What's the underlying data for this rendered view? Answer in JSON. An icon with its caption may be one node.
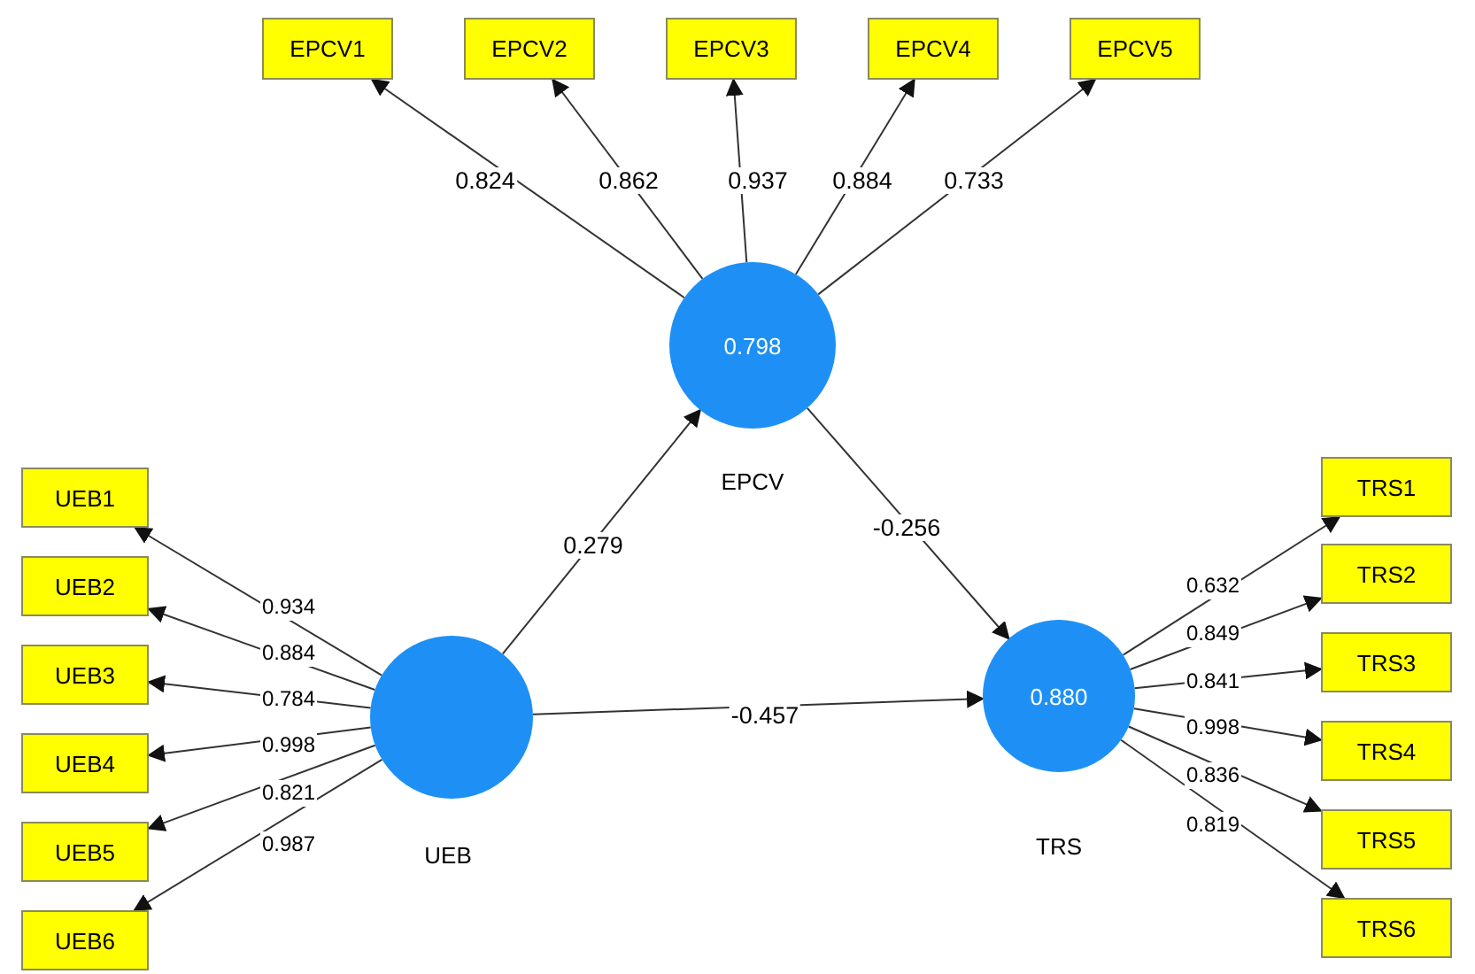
{
  "diagram": {
    "nodes": [
      {
        "text": [
          "EPCV1"
        ]
      },
      {
        "text": [
          "EPCV2"
        ]
      },
      {
        "text": [
          "EPCV3"
        ]
      },
      {
        "text": [
          "EPCV4"
        ]
      },
      {
        "text": [
          "EPCV5"
        ]
      },
      {
        "text": [
          "0.798"
        ],
        "beside": [
          "EPCV"
        ]
      },
      {
        "text": [],
        "shape": "circle",
        "beside": [
          "UEB"
        ]
      },
      {
        "text": [
          "0.880"
        ],
        "beside": [
          "TRS"
        ]
      },
      {
        "text": [
          "UEB1"
        ]
      },
      {
        "text": [
          "UEB2"
        ]
      },
      {
        "text": [
          "UEB3"
        ]
      },
      {
        "text": [
          "UEB4"
        ]
      },
      {
        "text": [
          "UEB5"
        ]
      },
      {
        "text": [
          "UEB6"
        ]
      },
      {
        "text": [
          "TRS1"
        ]
      },
      {
        "text": [
          "TRS2"
        ]
      },
      {
        "text": [
          "TRS3"
        ]
      },
      {
        "text": [
          "TRS4"
        ]
      },
      {
        "text": [
          "TRS5"
        ]
      },
      {
        "text": [
          "TRS6"
        ]
      }
    ],
    "edges": [
      {
        "from": 5,
        "to": 0,
        "arrow": "to",
        "label": "0.824"
      },
      {
        "from": 5,
        "to": 1,
        "arrow": "to",
        "label": "0.862"
      },
      {
        "from": 5,
        "to": 2,
        "arrow": "to",
        "label": "0.937"
      },
      {
        "from": 5,
        "to": 3,
        "arrow": "to",
        "label": "0.884"
      },
      {
        "from": 5,
        "to": 4,
        "arrow": "to",
        "label": "0.733"
      },
      {
        "from": 6,
        "to": 8,
        "arrow": "to",
        "label": "0.934"
      },
      {
        "from": 6,
        "to": 9,
        "arrow": "to",
        "label": "0.884"
      },
      {
        "from": 6,
        "to": 10,
        "arrow": "to",
        "label": "0.784"
      },
      {
        "from": 6,
        "to": 11,
        "arrow": "to",
        "label": "0.998"
      },
      {
        "from": 6,
        "to": 12,
        "arrow": "to",
        "label": "0.821"
      },
      {
        "from": 6,
        "to": 13,
        "arrow": "to",
        "label": "0.987"
      },
      {
        "from": 7,
        "to": 14,
        "arrow": "to",
        "label": "0.632"
      },
      {
        "from": 7,
        "to": 15,
        "arrow": "to",
        "label": "0.849"
      },
      {
        "from": 7,
        "to": 16,
        "arrow": "to",
        "label": "0.841"
      },
      {
        "from": 7,
        "to": 17,
        "arrow": "to",
        "label": "0.998"
      },
      {
        "from": 7,
        "to": 18,
        "arrow": "to",
        "label": "0.836"
      },
      {
        "from": 7,
        "to": 19,
        "arrow": "to",
        "label": "0.819"
      },
      {
        "from": 6,
        "to": 5,
        "arrow": "to",
        "label": "0.279"
      },
      {
        "from": 5,
        "to": 7,
        "arrow": "to",
        "label": "-0.256"
      },
      {
        "from": 6,
        "to": 7,
        "arrow": "to",
        "label": "-0.457"
      }
    ]
  }
}
